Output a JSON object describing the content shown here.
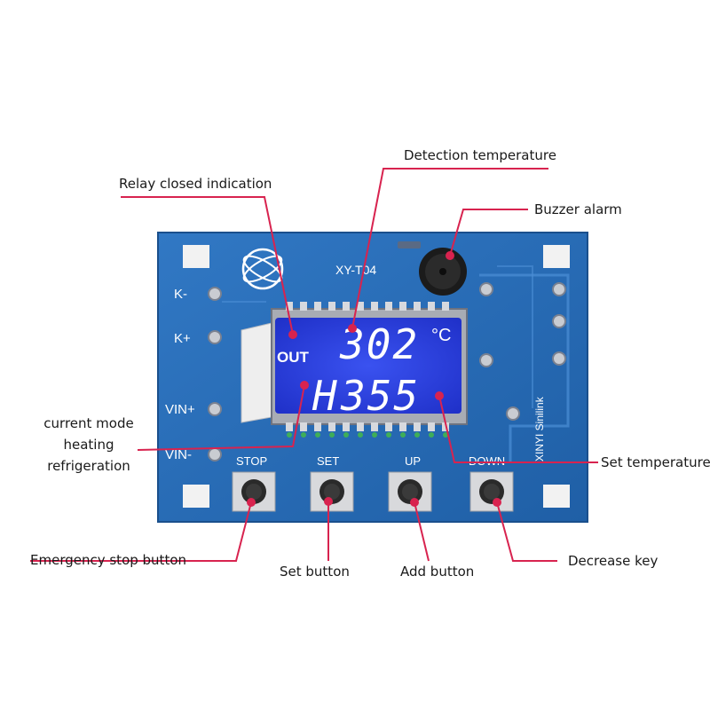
{
  "board": {
    "model": "XY-T04",
    "brand": "XINYI Sinilink",
    "pins": [
      "K-",
      "K+",
      "VIN+",
      "VIN-"
    ],
    "buttons": [
      "STOP",
      "SET",
      "UP",
      "DOWN"
    ]
  },
  "lcd": {
    "out_label": "OUT",
    "detected_value": "302",
    "unit": "°C",
    "mode_letter": "H",
    "set_value": "355"
  },
  "callouts": {
    "detection_temperature": "Detection temperature",
    "relay_closed_indication": "Relay closed indication",
    "buzzer_alarm": "Buzzer alarm",
    "current_mode": [
      "current mode",
      "heating",
      "refrigeration"
    ],
    "set_temperature": "Set temperature",
    "emergency_stop_button": "Emergency stop button",
    "set_button": "Set button",
    "add_button": "Add button",
    "decrease_key": "Decrease key"
  },
  "colors": {
    "pcb": "#2a6fb8",
    "lcd": "#2a3fd6",
    "leader": "#d8234f"
  }
}
